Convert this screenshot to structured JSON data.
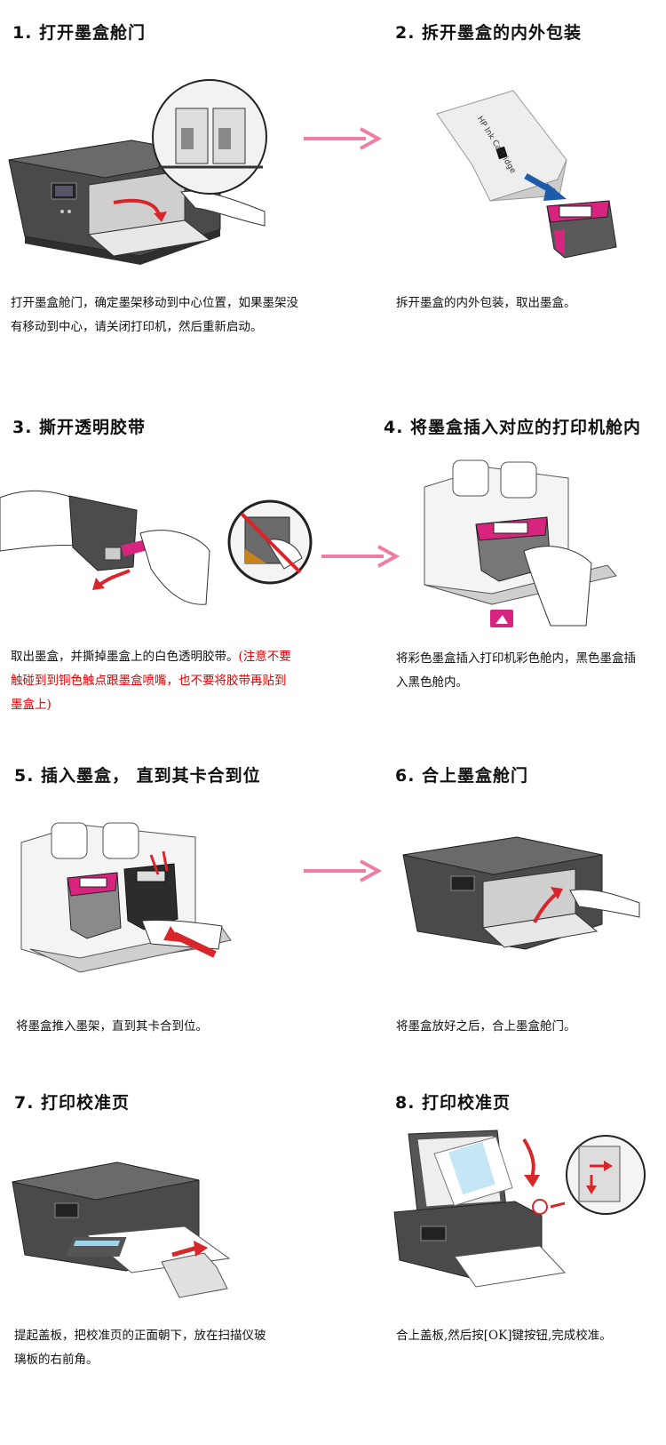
{
  "steps": [
    {
      "title": "1. 打开墨盒舱门",
      "caption": "打开墨盒舱门，确定墨架移动到中心位置，如果墨架没有移动到中心，请关闭打印机，然后重新启动。"
    },
    {
      "title": "2. 拆开墨盒的内外包装",
      "caption": "拆开墨盒的内外包装，取出墨盒。",
      "package_text": "HP Ink  Cartridge"
    },
    {
      "title": "3. 撕开透明胶带",
      "caption_main": "取出墨盒，并撕掉墨盒上的白色透明胶带。",
      "caption_warning": "(注意不要触碰到到铜色触点跟墨盒喷嘴，也不要将胶带再贴到墨盒上)"
    },
    {
      "title": "4. 将墨盒插入对应的打印机舱内",
      "caption": "将彩色墨盒插入打印机彩色舱内，黑色墨盒插入黑色舱内。"
    },
    {
      "title": "5. 插入墨盒， 直到其卡合到位",
      "caption": "将墨盒推入墨架，直到其卡合到位。"
    },
    {
      "title": "6. 合上墨盒舱门",
      "caption": "将墨盒放好之后，合上墨盒舱门。"
    },
    {
      "title": "7. 打印校准页",
      "caption": "提起盖板，把校准页的正面朝下，放在扫描仪玻璃板的右前角。"
    },
    {
      "title": "8. 打印校准页",
      "caption": "合上盖板,然后按[OK]键按钮,完成校准。"
    }
  ],
  "colors": {
    "arrow": "#ef7ea6",
    "magenta": "#d6247f",
    "red_arrow": "#d8262a",
    "blue_arrow": "#1e5ba8",
    "warning_text": "#e00000"
  },
  "icons": [
    "printer-door-open",
    "ink-package",
    "tape-removal",
    "no-touch-contacts",
    "cartridge-insert",
    "cartridge-snap",
    "printer-door-close",
    "alignment-page",
    "scanner-glass"
  ]
}
